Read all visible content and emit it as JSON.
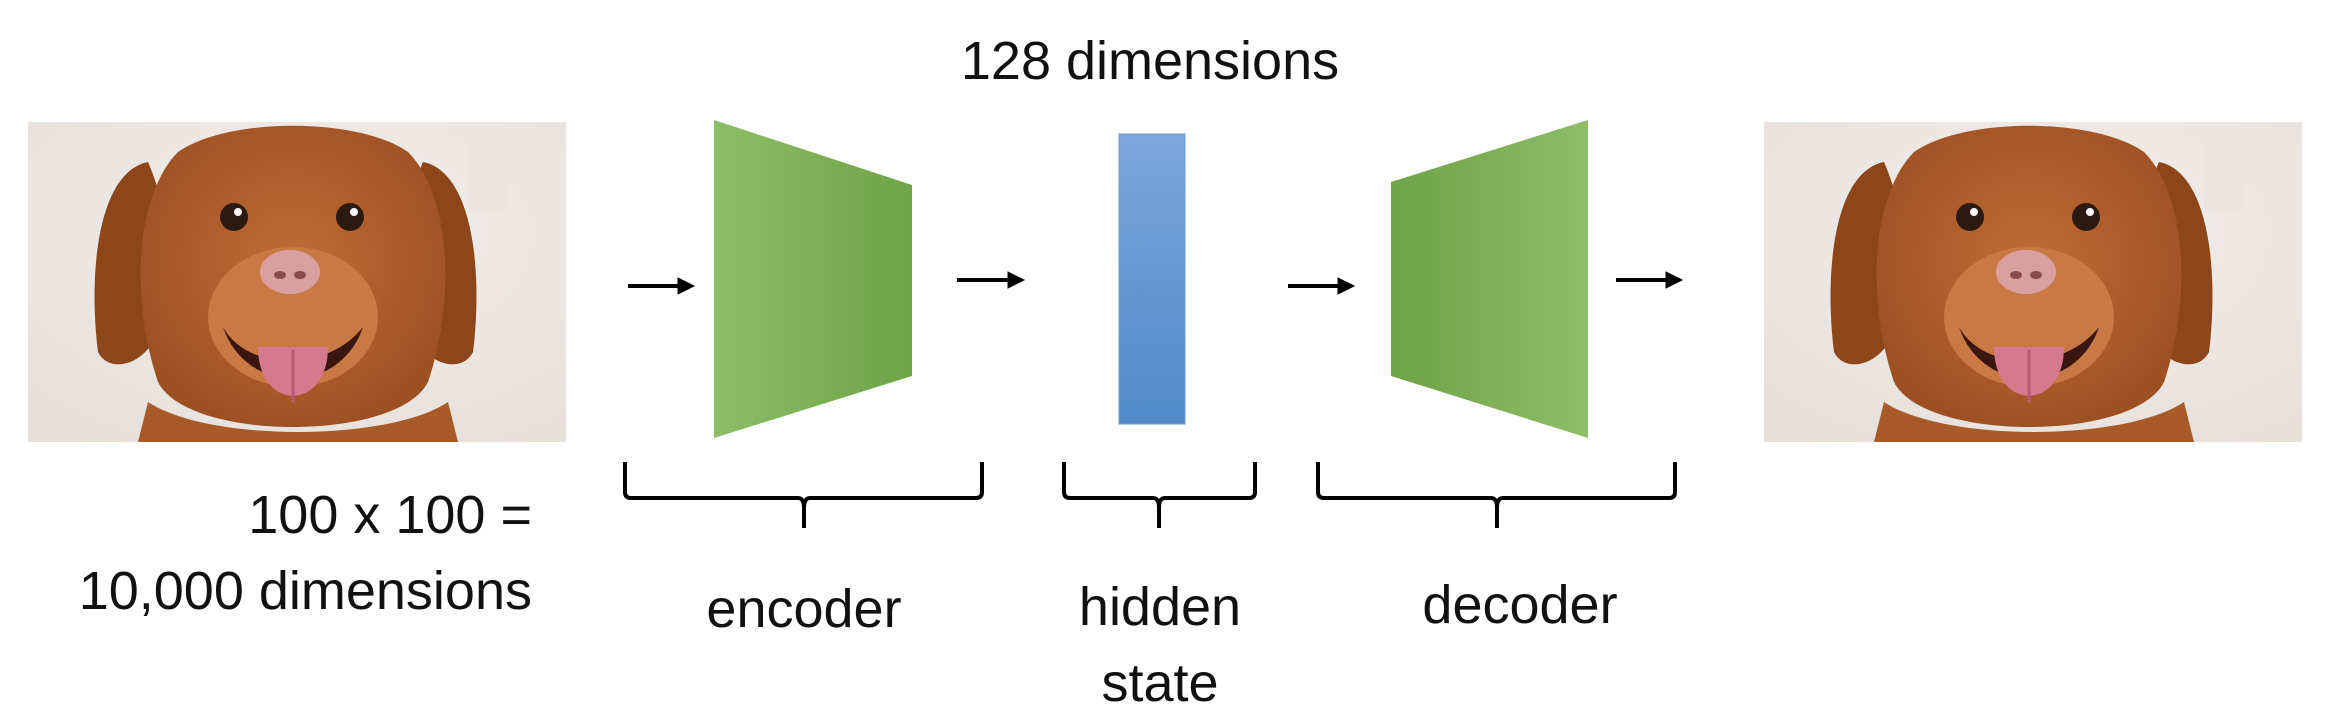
{
  "labels": {
    "top_dims": "128 dimensions",
    "input_dims_line1": "100 x 100 =",
    "input_dims_line2": "10,000 dimensions",
    "encoder": "encoder",
    "hidden_line1": "hidden",
    "hidden_line2": "state",
    "decoder": "decoder"
  },
  "colors": {
    "encoder_light": "#8dbe68",
    "encoder_dark": "#6ea346",
    "hidden_light": "#7ba7dc",
    "hidden_dark": "#5189c9",
    "arrow": "#000000",
    "brace": "#000000"
  },
  "images": {
    "input": "dog-photo",
    "output": "dog-photo"
  }
}
